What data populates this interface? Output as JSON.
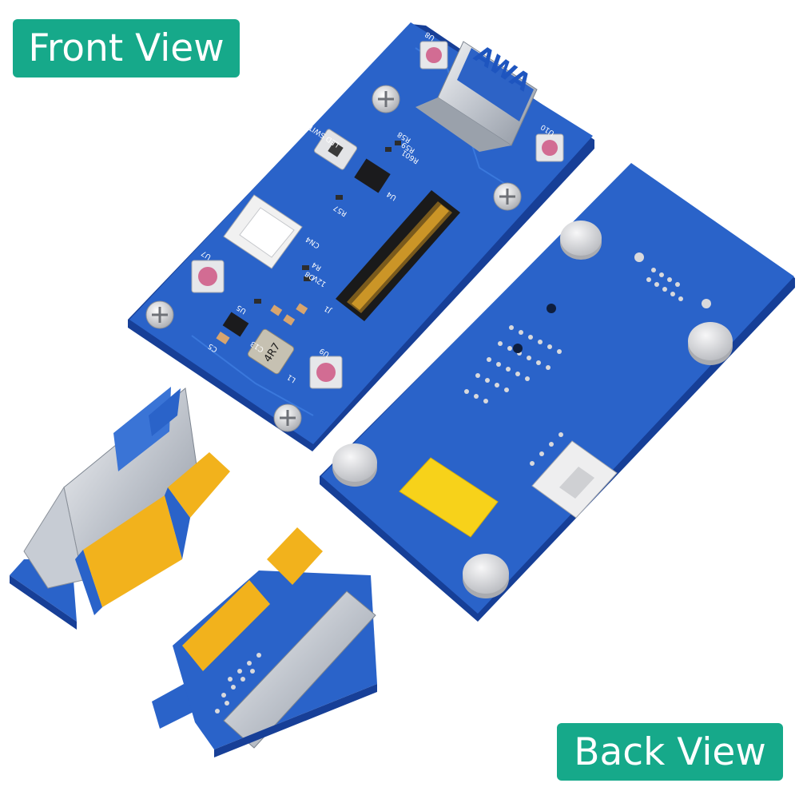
{
  "labels": {
    "front_view": "Front View",
    "back_view": "Back View"
  },
  "silkscreen": {
    "usb_logo": "AWA",
    "led_switch": "LED SWITCH",
    "u8": "U8",
    "u10": "U10",
    "u7": "U7",
    "u9": "U9",
    "u5": "U5",
    "u4": "U4",
    "cn4": "CN4",
    "j1": "J1",
    "r57": "R57",
    "r58": "R58",
    "r59": "R59",
    "r601": "R601",
    "r4": "R4",
    "d8": "D8",
    "v12": "12V",
    "c13": "C13",
    "c5": "C5",
    "l1": "L1",
    "inductor": "4R7"
  },
  "colors": {
    "label_bg": "#16a98a",
    "pcb_blue": "#2a63c9",
    "pcb_edge": "#1b4aa8",
    "gold": "#f2b21c",
    "standoff": "#d9d9dc",
    "yellow_pad": "#f7d21a"
  }
}
